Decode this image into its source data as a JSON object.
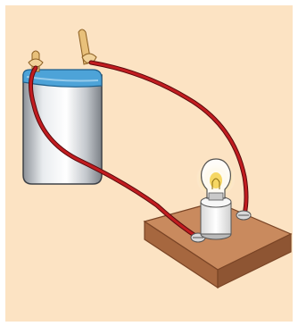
{
  "colors": {
    "outer_background": "#ffffff",
    "panel_background": "#fce3c3",
    "wire": "#b8181c",
    "wire_outline": "#5a0a0c",
    "battery_body": "#c9cdd2",
    "battery_top": "#4da3d8",
    "board_top": "#c98a5e",
    "board_side": "#9c5f3a",
    "bulb_holder": "#f4f4f4",
    "bulb_glow": "#f5d04a",
    "terminal_clip": "#e8c07a"
  },
  "components": {
    "battery": "battery",
    "wires": [
      "positive-wire",
      "negative-wire"
    ],
    "bulb": "light-bulb",
    "board": "wooden-base"
  }
}
